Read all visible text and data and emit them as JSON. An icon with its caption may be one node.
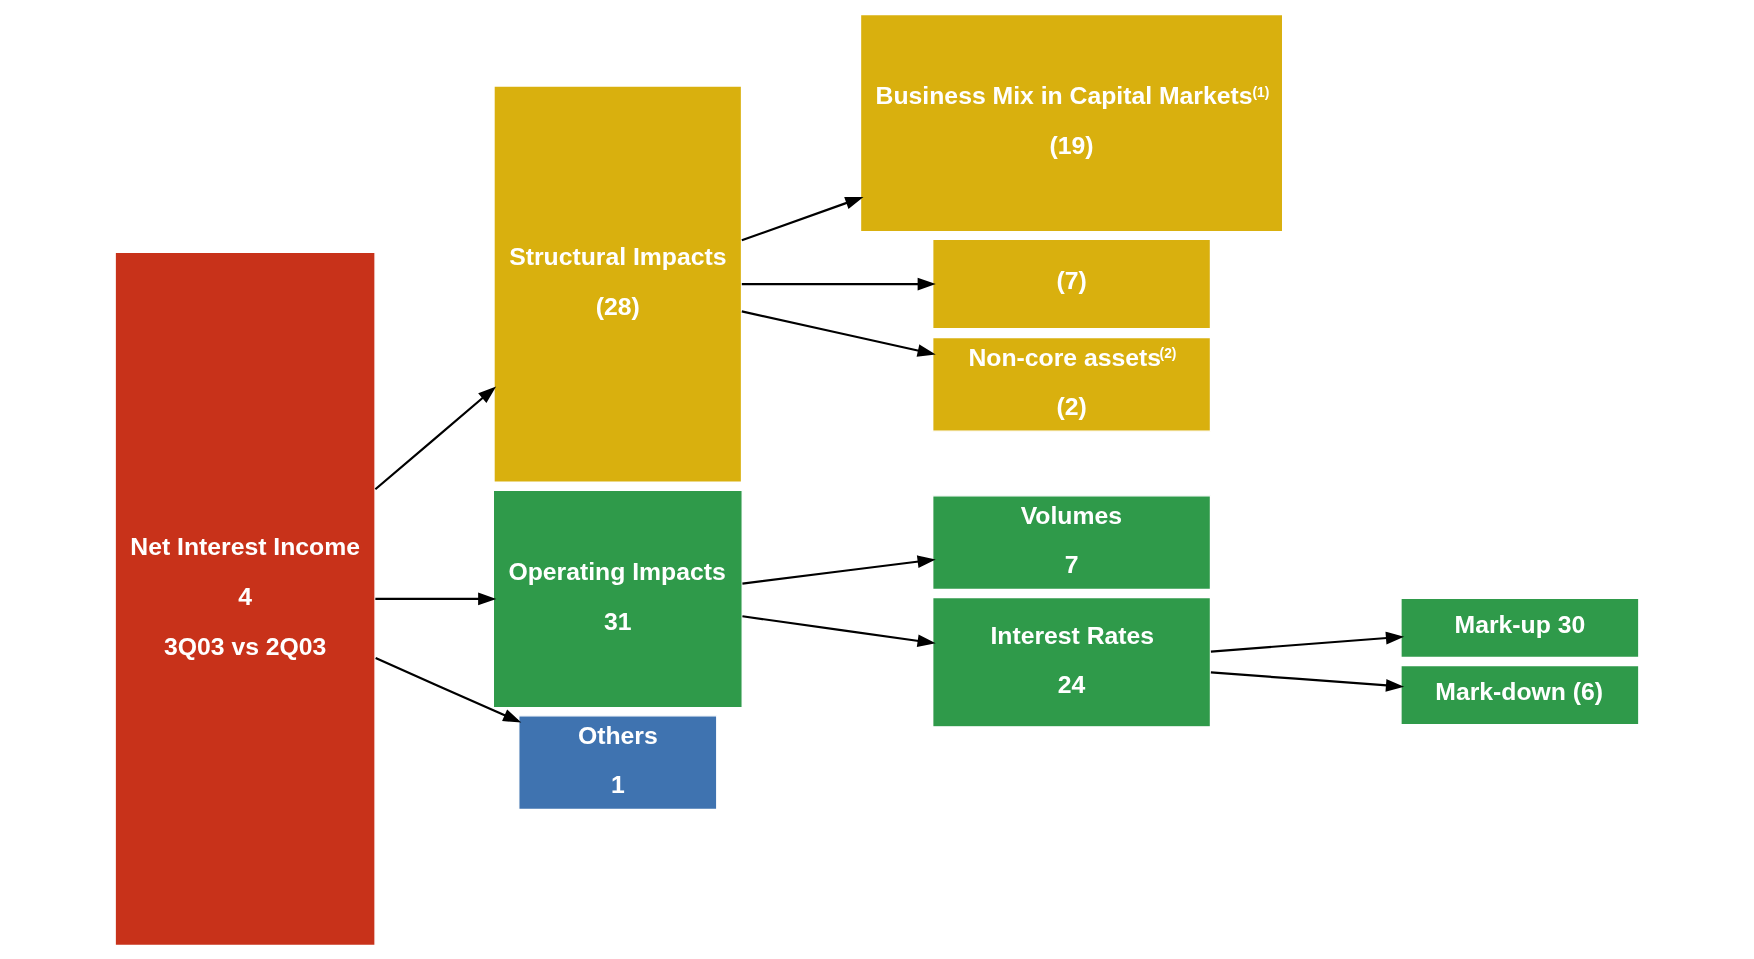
{
  "diagram": {
    "nodes": [
      {
        "text": [
          "Net Interest Income",
          "4",
          "3Q03 vs 2Q03"
        ]
      },
      {
        "text": [
          "Structural Impacts",
          "(28)"
        ]
      },
      {
        "text": [
          "Operating Impacts",
          "31"
        ]
      },
      {
        "text": [
          "Others",
          "1"
        ]
      },
      {
        "text": [
          "Business Mix in Capital Markets$^{(1)}$",
          "(19)"
        ]
      },
      {
        "text": [
          "(7)"
        ]
      },
      {
        "text": [
          "Non-core assets$^{(2)}$",
          "(2)"
        ]
      },
      {
        "text": [
          "Volumes",
          "7"
        ]
      },
      {
        "text": [
          "Interest Rates",
          "24"
        ]
      },
      {
        "text": [
          "Mark-up 30"
        ]
      },
      {
        "text": [
          "Mark-down (6)"
        ]
      }
    ],
    "edges": [
      {
        "from": 0,
        "to": 1,
        "arrow": "to"
      },
      {
        "from": 0,
        "to": 2,
        "arrow": "to"
      },
      {
        "from": 0,
        "to": 3,
        "arrow": "to"
      },
      {
        "from": 1,
        "to": 4,
        "arrow": "to"
      },
      {
        "from": 1,
        "to": 5,
        "arrow": "to"
      },
      {
        "from": 1,
        "to": 6,
        "arrow": "to"
      },
      {
        "from": 2,
        "to": 7,
        "arrow": "to"
      },
      {
        "from": 2,
        "to": 8,
        "arrow": "to"
      },
      {
        "from": 8,
        "to": 9,
        "arrow": "to"
      },
      {
        "from": 8,
        "to": 10,
        "arrow": "to"
      }
    ]
  }
}
